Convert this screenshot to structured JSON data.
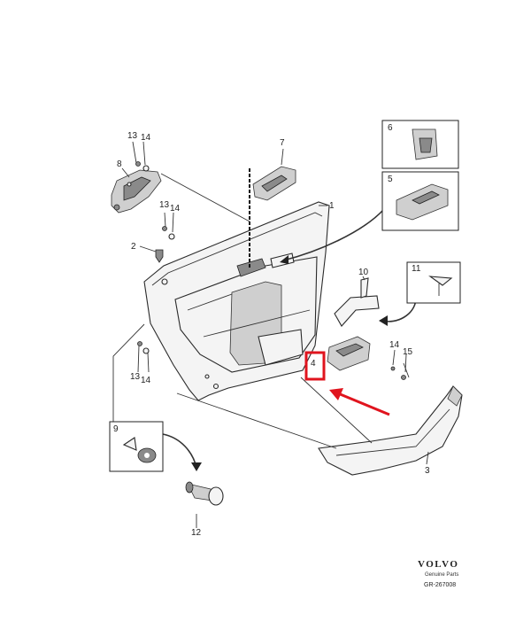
{
  "callouts": {
    "n1": "1",
    "n2": "2",
    "n3": "3",
    "n4": "4",
    "n5": "5",
    "n6": "6",
    "n7": "7",
    "n8": "8",
    "n9": "9",
    "n10": "10",
    "n11": "11",
    "n12": "12",
    "n13a": "13",
    "n14a": "14",
    "n13b": "13",
    "n14b": "14",
    "n13c": "13",
    "n14c": "14",
    "n14d": "14",
    "n15": "15"
  },
  "logo": {
    "brand": "VOLVO",
    "tagline": "Genuine Parts",
    "reference": "GR-267008"
  },
  "highlight": {
    "target_callout": "4",
    "box_color": "#e0141e",
    "arrow_color": "#e0141e"
  }
}
